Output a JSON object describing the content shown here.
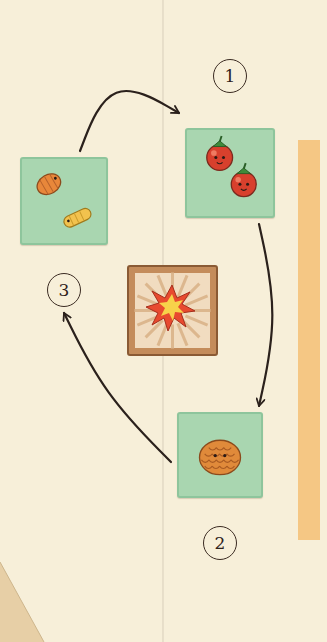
{
  "diagram": {
    "nodes": [
      {
        "text": [
          "1"
        ]
      },
      {
        "text": [
          "2"
        ]
      },
      {
        "text": [
          "3"
        ]
      }
    ],
    "edges": [
      {
        "from": 0,
        "to": 1,
        "arrow": "to"
      },
      {
        "from": 1,
        "to": 2,
        "arrow": "to"
      },
      {
        "from": 2,
        "to": 0,
        "arrow": "to"
      }
    ]
  }
}
